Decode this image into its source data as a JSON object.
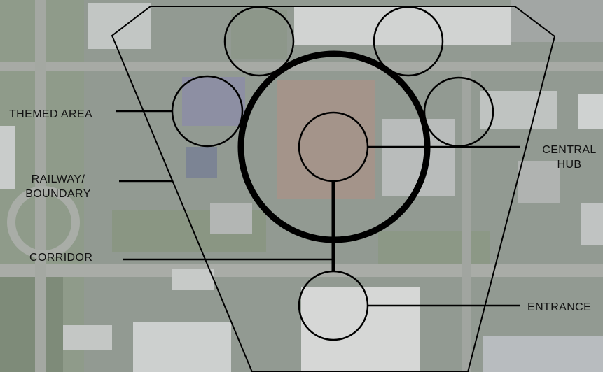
{
  "labels": {
    "themed_area": "THEMED AREA",
    "railway_line1": "RAILWAY/",
    "railway_line2": "BOUNDARY",
    "corridor": "CORRIDOR",
    "central_line1": "CENTRAL",
    "central_line2": "HUB",
    "entrance": "ENTRANCE"
  },
  "colors": {
    "line": "#000000",
    "label_text": "#111111",
    "aerial_base": "#8e9690"
  }
}
